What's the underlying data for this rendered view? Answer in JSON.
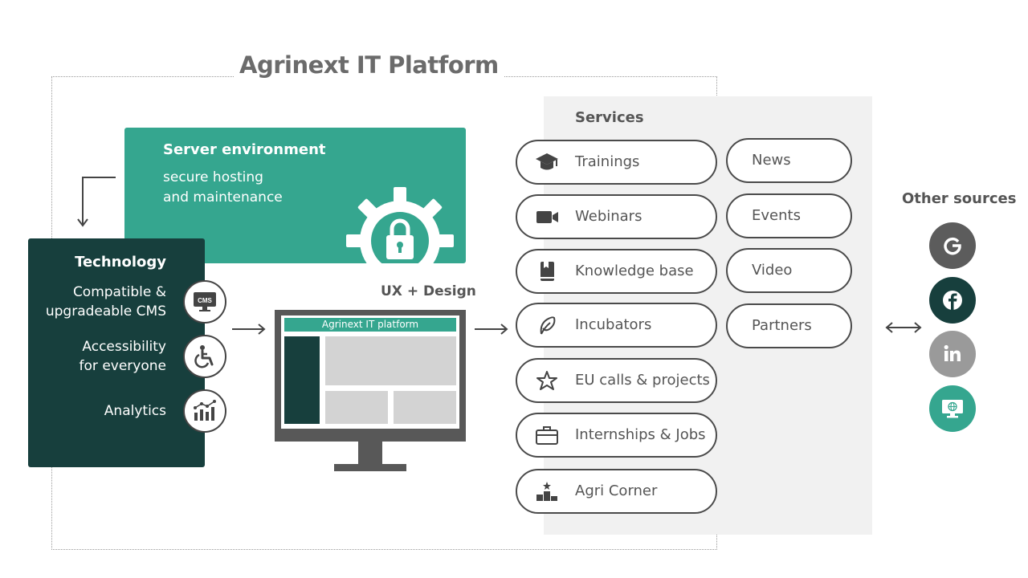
{
  "title": "Agrinext IT Platform",
  "server": {
    "title": "Server environment",
    "lines": [
      "secure hosting",
      "and maintenance"
    ]
  },
  "technology": {
    "title": "Technology",
    "items": [
      {
        "label_lines": [
          "Compatible &",
          "upgradeable CMS"
        ],
        "icon": "cms-monitor-icon",
        "icon_text": "CMS"
      },
      {
        "label_lines": [
          "Accessibility",
          "for everyone"
        ],
        "icon": "wheelchair-icon"
      },
      {
        "label_lines": [
          "Analytics"
        ],
        "icon": "analytics-chart-icon"
      }
    ]
  },
  "ux": {
    "label": "UX + Design",
    "screen_title": "Agrinext IT platform"
  },
  "services": {
    "title": "Services",
    "primary": [
      {
        "label": "Trainings",
        "icon": "graduation-cap-icon"
      },
      {
        "label": "Webinars",
        "icon": "video-camera-icon"
      },
      {
        "label": "Knowledge base",
        "icon": "book-icon"
      },
      {
        "label": "Incubators",
        "icon": "sprout-icon"
      },
      {
        "label": "EU calls & projects",
        "icon": "star-icon"
      },
      {
        "label": "Internships & Jobs",
        "icon": "briefcase-icon"
      },
      {
        "label": "Agri Corner",
        "icon": "podium-icon"
      }
    ],
    "secondary": [
      {
        "label": "News"
      },
      {
        "label": "Events"
      },
      {
        "label": "Video"
      },
      {
        "label": "Partners"
      }
    ]
  },
  "other_sources": {
    "title": "Other sources",
    "items": [
      {
        "name": "google-icon",
        "color": "#5c5c5c"
      },
      {
        "name": "facebook-icon",
        "color": "#173f3d"
      },
      {
        "name": "linkedin-icon",
        "color": "#9a9a9a"
      },
      {
        "name": "website-icon",
        "color": "#35a68f"
      }
    ]
  },
  "colors": {
    "accent": "#35a68f",
    "dark": "#173f3d",
    "panel": "#f1f1f1"
  }
}
